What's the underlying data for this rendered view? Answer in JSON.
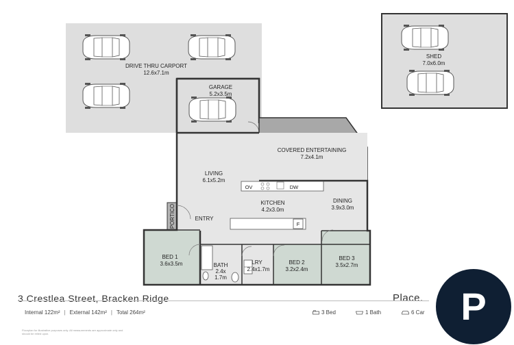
{
  "plan": {
    "rooms": {
      "carport": {
        "name": "DRIVE THRU CARPORT",
        "size": "12.6x7.1m"
      },
      "garage": {
        "name": "GARAGE",
        "size": "5.2x3.5m"
      },
      "shed": {
        "name": "SHED",
        "size": "7.0x6.0m"
      },
      "covered": {
        "name": "COVERED ENTERTAINING",
        "size": "7.2x4.1m"
      },
      "living": {
        "name": "LIVING",
        "size": "6.1x5.2m"
      },
      "kitchen": {
        "name": "KITCHEN",
        "size": "4.2x3.0m"
      },
      "dining": {
        "name": "DINING",
        "size": "3.9x3.0m"
      },
      "entry": {
        "name": "ENTRY"
      },
      "portico": {
        "name": "PORTICO"
      },
      "bed1": {
        "name": "BED 1",
        "size": "3.6x3.5m"
      },
      "bath": {
        "name": "BATH",
        "size1": "2.4x",
        "size2": "1.7m"
      },
      "lry": {
        "name": "LRY",
        "size": "2.4x1.7m"
      },
      "bed2": {
        "name": "BED 2",
        "size": "3.2x2.4m"
      },
      "bed3": {
        "name": "BED 3",
        "size": "3.5x2.7m"
      }
    },
    "appliances": {
      "oven": "OV",
      "dishwasher": "DW",
      "fridge": "F"
    }
  },
  "listing": {
    "address": "3 Crestlea Street, Bracken Ridge",
    "brand": "Place.",
    "internal": "Internal 122m²",
    "external": "External 142m²",
    "total": "Total 264m²",
    "beds": "3 Bed",
    "baths": "1 Bath",
    "cars": "6 Car",
    "logo_letter": "P",
    "disclaimer": "Floorplan for illustrative purposes only. All measurements are approximate only and should be relied upon."
  },
  "colors": {
    "bedroom_fill": "#cfd9d2",
    "covered_fill": "#a8a8a8",
    "outdoor_fill": "#dedede",
    "logo": "#0f1f33"
  },
  "icons": [
    "bed-icon",
    "bath-icon",
    "car-icon",
    "logo-p-icon"
  ]
}
